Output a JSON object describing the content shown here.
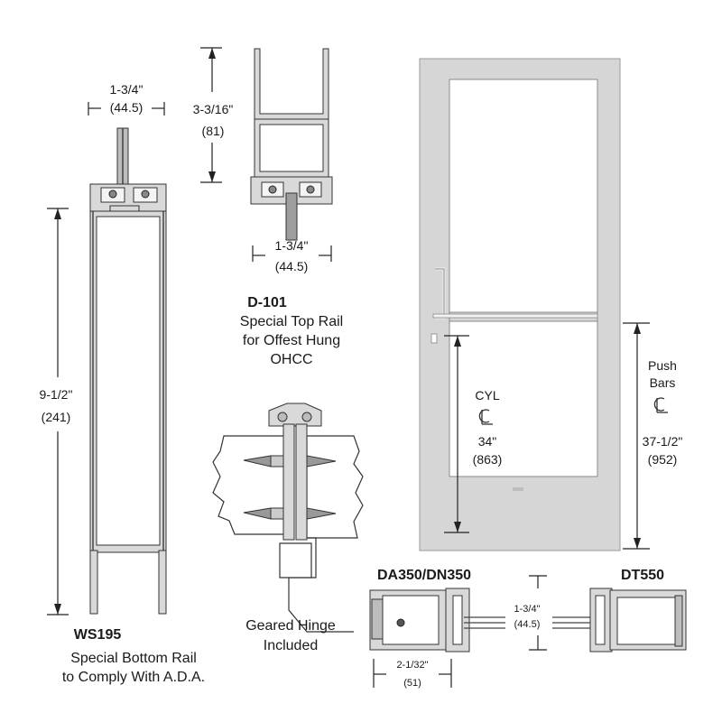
{
  "ws195": {
    "width_dim": "1-3/4\"",
    "width_dim_mm": "(44.5)",
    "height_dim": "9-1/2\"",
    "height_dim_mm": "(241)",
    "title": "WS195",
    "desc_line1": "Special Bottom Rail",
    "desc_line2": "to Comply With A.D.A."
  },
  "d101": {
    "height_dim": "3-3/16\"",
    "height_dim_mm": "(81)",
    "width_dim": "1-3/4\"",
    "width_dim_mm": "(44.5)",
    "title": "D-101",
    "desc_line1": "Special Top Rail",
    "desc_line2": "for Offest Hung",
    "desc_line3": "OHCC"
  },
  "hinge": {
    "label_line1": "Geared Hinge",
    "label_line2": "Included"
  },
  "door": {
    "cyl_label": "CYL",
    "cyl_dim": "34\"",
    "cyl_dim_mm": "(863)",
    "push_label_line1": "Push",
    "push_label_line2": "Bars",
    "push_dim": "37-1/2\"",
    "push_dim_mm": "(952)"
  },
  "da350": {
    "title": "DA350/DN350",
    "height_dim": "1-3/4\"",
    "height_dim_mm": "(44.5)",
    "width_dim": "2-1/32\"",
    "width_dim_mm": "(51)"
  },
  "dt550": {
    "title": "DT550"
  },
  "colors": {
    "door_frame": "#d6d6d6",
    "profile": "#d9d9d9",
    "glass": "#ffffff",
    "line": "#222222"
  }
}
